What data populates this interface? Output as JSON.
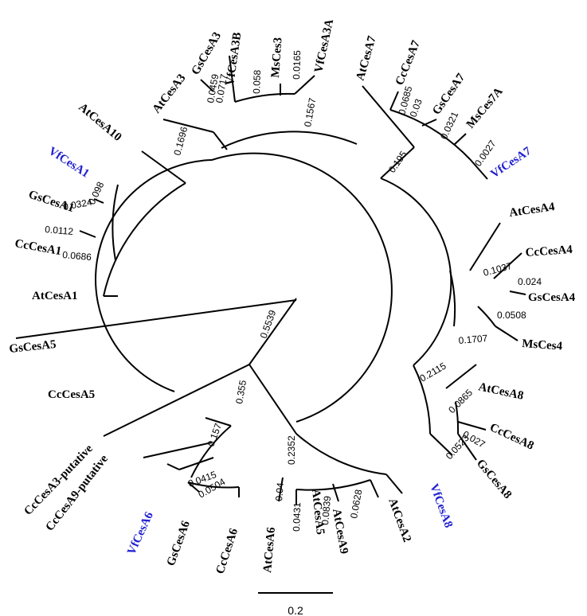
{
  "colors": {
    "ink": "#000000",
    "vicia": "#1f1fd0"
  },
  "leaves": [
    {
      "key": "vf3b",
      "label": "VfCesA3B",
      "colored": true
    },
    {
      "key": "ms3",
      "label": "MsCes3",
      "colored": false
    },
    {
      "key": "vf3a",
      "label": "VfCesA3A",
      "colored": true
    },
    {
      "key": "gs3",
      "label": "GsCesA3",
      "colored": false
    },
    {
      "key": "at3",
      "label": "AtCesA3",
      "colored": false
    },
    {
      "key": "at7",
      "label": "AtCesA7",
      "colored": false
    },
    {
      "key": "cc7",
      "label": "CcCesA7",
      "colored": false
    },
    {
      "key": "gs7",
      "label": "GsCesA7",
      "colored": false
    },
    {
      "key": "ms7",
      "label": "MsCes7A",
      "colored": false
    },
    {
      "key": "vf7",
      "label": "VfCesA7",
      "colored": true
    },
    {
      "key": "at10",
      "label": "AtCesA10",
      "colored": false
    },
    {
      "key": "vf1",
      "label": "VfCesA1",
      "colored": true
    },
    {
      "key": "gs1",
      "label": "GsCesA1",
      "colored": false
    },
    {
      "key": "cc1",
      "label": "CcCesA1",
      "colored": false
    },
    {
      "key": "at1",
      "label": "AtCesA1",
      "colored": false
    },
    {
      "key": "at4",
      "label": "AtCesA4",
      "colored": false
    },
    {
      "key": "cc4",
      "label": "CcCesA4",
      "colored": false
    },
    {
      "key": "gs4",
      "label": "GsCesA4",
      "colored": false
    },
    {
      "key": "ms4",
      "label": "MsCes4",
      "colored": false
    },
    {
      "key": "gs5",
      "label": "GsCesA5",
      "colored": false
    },
    {
      "key": "cc5",
      "label": "CcCesA5",
      "colored": false
    },
    {
      "key": "at8",
      "label": "AtCesA8",
      "colored": false
    },
    {
      "key": "cc8",
      "label": "CcCesA8",
      "colored": false
    },
    {
      "key": "gs8",
      "label": "GsCesA8",
      "colored": false
    },
    {
      "key": "vf8",
      "label": "VfCesA8",
      "colored": true
    },
    {
      "key": "cc3p",
      "label": "CcCesA3-putative",
      "colored": false
    },
    {
      "key": "cc9p",
      "label": "CcCesA9-putative",
      "colored": false
    },
    {
      "key": "vf6",
      "label": "VfCesA6",
      "colored": true
    },
    {
      "key": "gs6",
      "label": "GsCesA6",
      "colored": false
    },
    {
      "key": "cc6",
      "label": "CcCesA6",
      "colored": false
    },
    {
      "key": "at6",
      "label": "AtCesA6",
      "colored": false
    },
    {
      "key": "at5",
      "label": "AtCesA5",
      "colored": false
    },
    {
      "key": "at9",
      "label": "AtCesA9",
      "colored": false
    },
    {
      "key": "at2",
      "label": "AtCesA2",
      "colored": false
    }
  ],
  "branch_values": [
    {
      "key": "b0459",
      "value": "0.0459"
    },
    {
      "key": "b0717",
      "value": "0.0717"
    },
    {
      "key": "b058",
      "value": "0.058"
    },
    {
      "key": "b0165",
      "value": "0.0165"
    },
    {
      "key": "b1567",
      "value": "0.1567"
    },
    {
      "key": "b1696",
      "value": "0.1696"
    },
    {
      "key": "b0685",
      "value": "0.0685"
    },
    {
      "key": "b003",
      "value": "0.03"
    },
    {
      "key": "b0321",
      "value": "0.0321"
    },
    {
      "key": "b0027",
      "value": "0.0027"
    },
    {
      "key": "b195",
      "value": "0.195"
    },
    {
      "key": "b098",
      "value": "0.098"
    },
    {
      "key": "b0324",
      "value": "0.0324"
    },
    {
      "key": "b0112",
      "value": "0.0112"
    },
    {
      "key": "b0686",
      "value": "0.0686"
    },
    {
      "key": "b1037",
      "value": "0.1037"
    },
    {
      "key": "b024",
      "value": "0.024"
    },
    {
      "key": "b0508",
      "value": "0.0508"
    },
    {
      "key": "b1707",
      "value": "0.1707"
    },
    {
      "key": "b5539",
      "value": "0.5539"
    },
    {
      "key": "b355",
      "value": "0.355"
    },
    {
      "key": "b2115",
      "value": "0.2115"
    },
    {
      "key": "b0865",
      "value": "0.0865"
    },
    {
      "key": "b027",
      "value": "0.027"
    },
    {
      "key": "b0523",
      "value": "0.0523"
    },
    {
      "key": "b2352",
      "value": "0.2352"
    },
    {
      "key": "b157",
      "value": "0.157"
    },
    {
      "key": "b0415",
      "value": "0.0415"
    },
    {
      "key": "b0504",
      "value": "0.0504"
    },
    {
      "key": "b004",
      "value": "0.04"
    },
    {
      "key": "b0431",
      "value": "0.0431"
    },
    {
      "key": "b0839",
      "value": "0.0839"
    },
    {
      "key": "b0628",
      "value": "0.0628"
    }
  ],
  "scale_bar": {
    "label": "0.2"
  }
}
